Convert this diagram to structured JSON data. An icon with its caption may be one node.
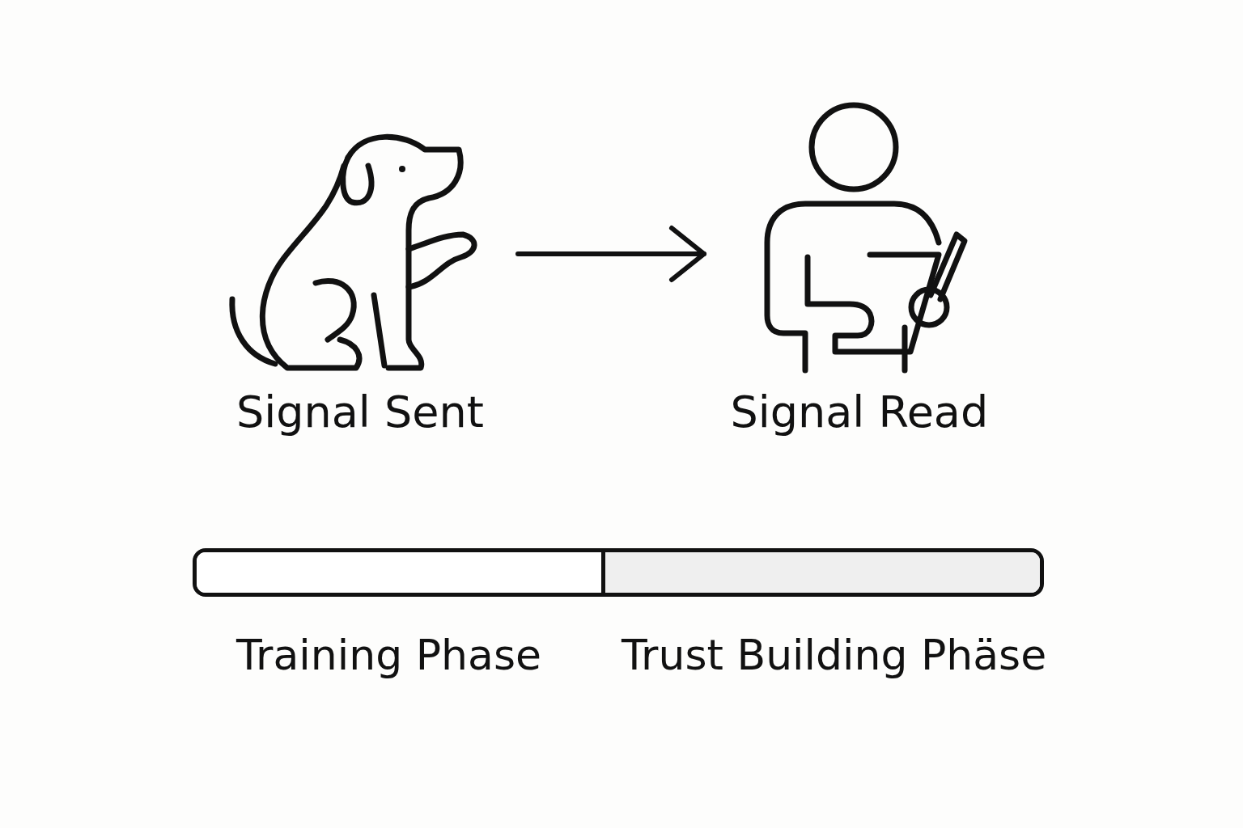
{
  "diagram": {
    "nodes": [
      {
        "text": [],
        "shape": "picture",
        "beside": [
          "Signal Sent"
        ]
      },
      {
        "text": [],
        "shape": "picture",
        "beside": [
          "Signal Read"
        ]
      }
    ],
    "edges": [
      {
        "from": 0,
        "to": 1,
        "arrow": "to"
      }
    ],
    "labels": [
      "Training Phase",
      "Trust Building Phäse"
    ]
  }
}
